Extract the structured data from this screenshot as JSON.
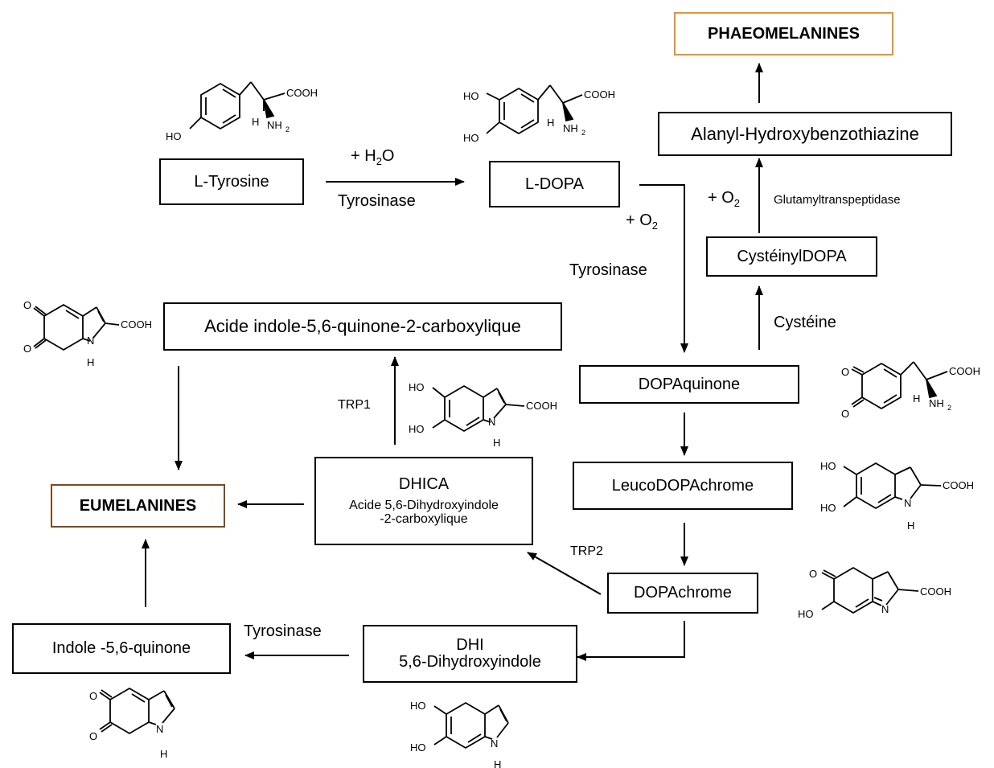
{
  "nodes": {
    "l_tyrosine": "L-Tyrosine",
    "l_dopa": "L-DOPA",
    "phaeomelanines": "PHAEOMELANINES",
    "alanyl": "Alanyl-Hydroxybenzothiazine",
    "cysteinyldopa": "CystéinylDOPA",
    "acide_indole_quinone": "Acide indole-5,6-quinone-2-carboxylique",
    "dopaquinone": "DOPAquinone",
    "dhica_title": "DHICA",
    "dhica_line1": "Acide 5,6-Dihydroxyindole",
    "dhica_line2": "-2-carboxylique",
    "eumelanines": "EUMELANINES",
    "leucodopachrome": "LeucoDOPAchrome",
    "dopachrome": "DOPAchrome",
    "indole_quinone": "Indole -5,6-quinone",
    "dhi_title": "DHI",
    "dhi_line2": "5,6-Dihydroxyindole"
  },
  "labels": {
    "h2o_plus": "+ H",
    "h2o_sub": "2",
    "h2o_end": "O",
    "tyrosinase_1": "Tyrosinase",
    "o2_plus_1": "+ O",
    "o2_sub_1": "2",
    "tyrosinase_2": "Tyrosinase",
    "o2_plus_2": "+ O",
    "o2_sub_2": "2",
    "glutamyl": "Glutamyltranspeptidase",
    "cysteine": "Cystéine",
    "trp1": "TRP1",
    "trp2": "TRP2",
    "tyrosinase_3": "Tyrosinase"
  },
  "chem": {
    "cooh": "COOH",
    "ho": "HO",
    "o": "O",
    "h": "H",
    "n": "N",
    "nh": "NH",
    "nh_sub": "2"
  },
  "colors": {
    "phaeomelanines_border": "#e8922f",
    "eumelanines_border": "#7b4a1e"
  }
}
